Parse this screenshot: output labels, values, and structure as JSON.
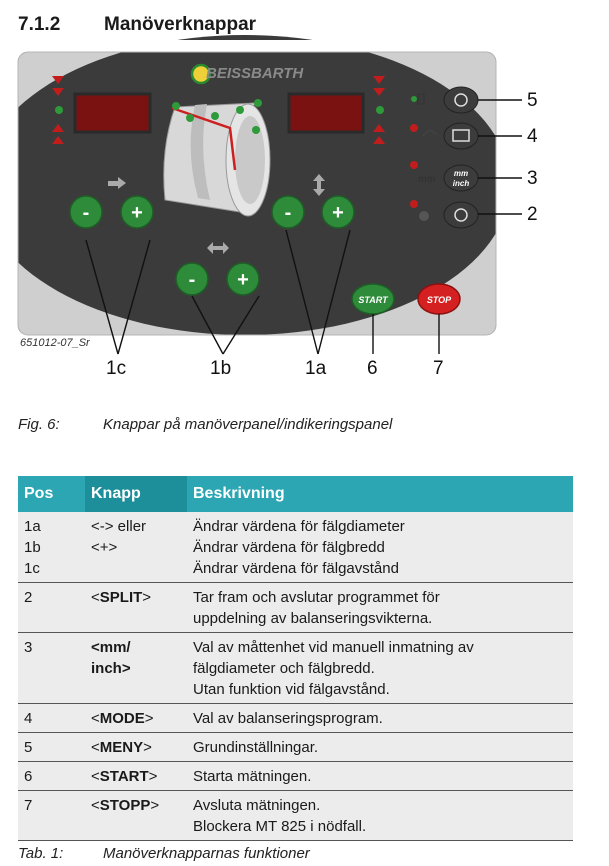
{
  "heading": {
    "number": "7.1.2",
    "title": "Manöverknappar"
  },
  "panel": {
    "brand": "BEISSBARTH",
    "btn_minus": "-",
    "btn_plus": "+",
    "start_label": "START",
    "stop_label": "STOP",
    "mm_inch_label_top": "mm",
    "mm_inch_label_bottom": "inch",
    "mm_side_label": "mm",
    "image_code": "651012-07_Sr",
    "colors": {
      "panel": "#3c3c3c",
      "green": "#2e8b3a",
      "red": "#d42020",
      "display": "#8b1414"
    }
  },
  "callouts": {
    "c5": "5",
    "c4": "4",
    "c3": "3",
    "c2": "2",
    "c1c": "1c",
    "c1b": "1b",
    "c1a": "1a",
    "c6": "6",
    "c7": "7"
  },
  "figure_caption": {
    "label": "Fig. 6:",
    "text": "Knappar på manöverpanel/indikeringspanel"
  },
  "table": {
    "headers": [
      "Pos",
      "Knapp",
      "Beskrivning"
    ],
    "rows": [
      {
        "pos": [
          "1a",
          "1b",
          "1c"
        ],
        "key": [
          "<-> eller",
          "<+>"
        ],
        "desc": [
          "Ändrar värdena för fälgdiameter",
          "Ändrar värdena för fälgbredd",
          "Ändrar värdena för fälgavstånd"
        ]
      },
      {
        "pos": [
          "2"
        ],
        "key_pre": "<",
        "key_bold": "SPLIT",
        "key_post": ">",
        "desc": [
          "Tar fram och avslutar programmet för",
          "uppdelning av balanseringsvikterna."
        ]
      },
      {
        "pos": [
          "3"
        ],
        "key": [
          "<mm/",
          "inch>"
        ],
        "desc": [
          "Val av måttenhet vid manuell inmatning av",
          "fälgdiameter och fälgbredd.",
          "Utan funktion vid fälgavstånd."
        ]
      },
      {
        "pos": [
          "4"
        ],
        "key_pre": "<",
        "key_bold": "MODE",
        "key_post": ">",
        "desc": [
          "Val av balanseringsprogram."
        ]
      },
      {
        "pos": [
          "5"
        ],
        "key_pre": "<",
        "key_bold": "MENY",
        "key_post": ">",
        "desc": [
          "Grundinställningar."
        ]
      },
      {
        "pos": [
          "6"
        ],
        "key_pre": "<",
        "key_bold": "START",
        "key_post": ">",
        "desc": [
          "Starta mätningen."
        ]
      },
      {
        "pos": [
          "7"
        ],
        "key_pre": "<",
        "key_bold": "STOPP",
        "key_post": ">",
        "desc": [
          "Avsluta mätningen.",
          "Blockera MT 825 i nödfall."
        ]
      }
    ]
  },
  "table_caption": {
    "label": "Tab. 1:",
    "text": "Manöverknapparnas funktioner"
  }
}
